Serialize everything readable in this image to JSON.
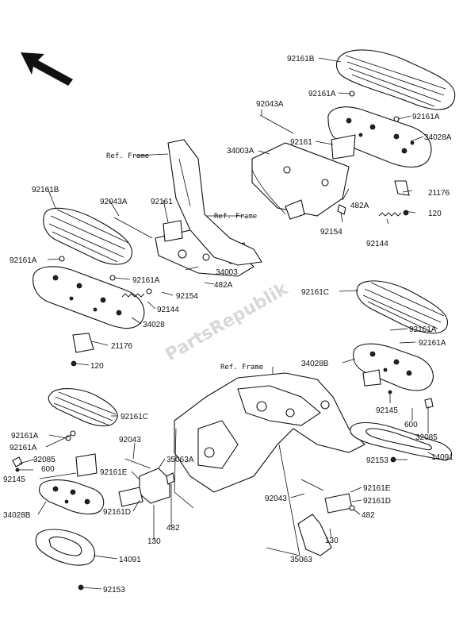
{
  "watermark": "PartsRepublik",
  "labels": {
    "l92161B_top": "92161B",
    "l92161A_top1": "92161A",
    "l92161A_top2": "92161A",
    "l34028A": "34028A",
    "l92043A_top": "92043A",
    "l92161_top": "92161",
    "l34003A": "34003A",
    "l21176_top": "21176",
    "l482A_top": "482A",
    "l120_top": "120",
    "l92154_top": "92154",
    "l92144_top": "92144",
    "refframe1": "Ref. Frame",
    "refframe2": "Ref. Frame",
    "refframe3": "Ref. Frame",
    "l92161B_left": "92161B",
    "l92043A_left": "92043A",
    "l92161_left": "92161",
    "l92161A_left1": "92161A",
    "l92161A_left2": "92161A",
    "l34003": "34003",
    "l482A_left": "482A",
    "l92154_left": "92154",
    "l92144_left": "92144",
    "l34028": "34028",
    "l21176_left": "21176",
    "l120_left": "120",
    "l92161C_right": "92161C",
    "l92161A_r1": "92161A",
    "l92161A_r2": "92161A",
    "l34028B_right": "34028B",
    "l92145_right": "92145",
    "l600_right": "600",
    "l32085_right": "32085",
    "l92153_right": "92153",
    "l14091_right": "14091",
    "l92161C_left": "92161C",
    "l92161A_bl1": "92161A",
    "l92161A_bl2": "92161A",
    "l32085_left": "32085",
    "l92145_left": "92145",
    "l600_left": "600",
    "l34028B_left": "34028B",
    "l14091_left": "14091",
    "l92153_left": "92153",
    "l92043_mid": "92043",
    "l35063A": "35063A",
    "l92161E_left": "92161E",
    "l92161D_left": "92161D",
    "l482_left": "482",
    "l130_left": "130",
    "l92043_right": "92043",
    "l92161E_right": "92161E",
    "l92161D_right": "92161D",
    "l482_right": "482",
    "l130_right": "130",
    "l35063": "35063"
  }
}
